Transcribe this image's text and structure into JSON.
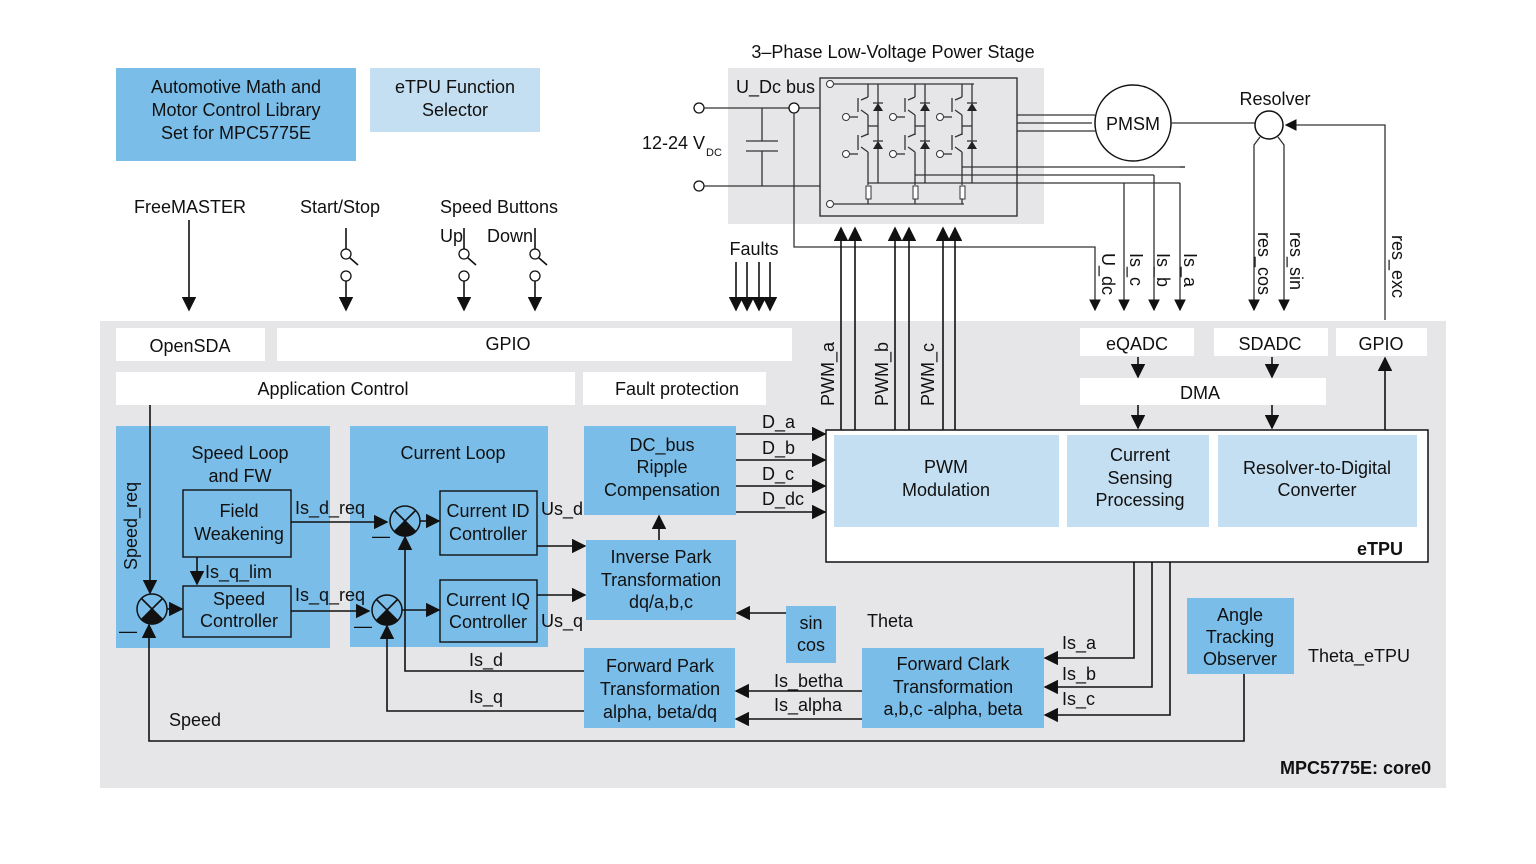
{
  "colors": {
    "block_dark": "#7abde8",
    "block_light": "#c5dff2",
    "mcu_background": "#e6e6e8",
    "line": "#111111"
  },
  "top_left": {
    "library_box": [
      "Automotive Math and",
      "Motor Control Library",
      "Set for MPC5775E"
    ],
    "etpu_selector_box": [
      "eTPU Function",
      "Selector"
    ]
  },
  "power_stage": {
    "title": "3–Phase Low-Voltage Power Stage",
    "udc_bus_label": "U_Dc bus",
    "supply_label": "12-24 V",
    "supply_subscript": "DC"
  },
  "motor": {
    "pmsm_label": "PMSM",
    "resolver_label": "Resolver"
  },
  "inputs": {
    "freemaster": "FreeMASTER",
    "start_stop": "Start/Stop",
    "speed_buttons": "Speed Buttons",
    "up": "Up",
    "down": "Down",
    "faults": "Faults"
  },
  "feedback_signals": {
    "u_dc": "U_dc",
    "is_c": "Is_c",
    "is_b": "Is_b",
    "is_a": "Is_a",
    "res_cos": "res_cos",
    "res_sin": "res_sin",
    "res_exc": "res_exc"
  },
  "pwm_signals": [
    "PWM_a",
    "PWM_b",
    "PWM_c"
  ],
  "peripherals": {
    "opensda": "OpenSDA",
    "gpio": "GPIO",
    "application_control": "Application Control",
    "fault_protection": "Fault protection",
    "eqadc": "eQADC",
    "sdadc": "SDADC",
    "gpio_right": "GPIO",
    "dma": "DMA"
  },
  "etpu": {
    "label": "eTPU",
    "pwm_modulation": [
      "PWM",
      "Modulation"
    ],
    "current_sensing": [
      "Current",
      "Sensing",
      "Processing"
    ],
    "resolver_to_digital": [
      "Resolver-to-Digital",
      "Converter"
    ]
  },
  "control_blocks": {
    "speed_loop": [
      "Speed Loop",
      "and FW"
    ],
    "field_weakening": [
      "Field",
      "Weakening"
    ],
    "speed_controller": [
      "Speed",
      "Controller"
    ],
    "current_loop": "Current Loop",
    "current_id_controller": [
      "Current ID",
      "Controller"
    ],
    "current_iq_controller": [
      "Current IQ",
      "Controller"
    ],
    "dc_bus_ripple": [
      "DC_bus",
      "Ripple",
      "Compensation"
    ],
    "inverse_park": [
      "Inverse Park",
      "Transformation",
      "dq/a,b,c"
    ],
    "sin_cos": [
      "sin",
      "cos"
    ],
    "forward_park": [
      "Forward Park",
      "Transformation",
      "alpha, beta/dq"
    ],
    "forward_clark": [
      "Forward Clark",
      "Transformation",
      "a,b,c -alpha, beta"
    ],
    "angle_tracking": [
      "Angle",
      "Tracking",
      "Observer"
    ]
  },
  "signals": {
    "speed_req": "Speed_req",
    "is_d_req": "Is_d_req",
    "is_q_lim": "Is_q_lim",
    "is_q_req": "Is_q_req",
    "us_d": "Us_d",
    "us_q": "Us_q",
    "d_a": "D_a",
    "d_b": "D_b",
    "d_c": "D_c",
    "d_dc": "D_dc",
    "theta": "Theta",
    "theta_etpu": "Theta_eTPU",
    "is_d": "Is_d",
    "is_q": "Is_q",
    "is_betha": "Is_betha",
    "is_alpha": "Is_alpha",
    "is_a": "Is_a",
    "is_b": "Is_b",
    "is_c": "Is_c",
    "speed": "Speed",
    "minus": "—"
  },
  "mcu_label": "MPC5775E: core0"
}
